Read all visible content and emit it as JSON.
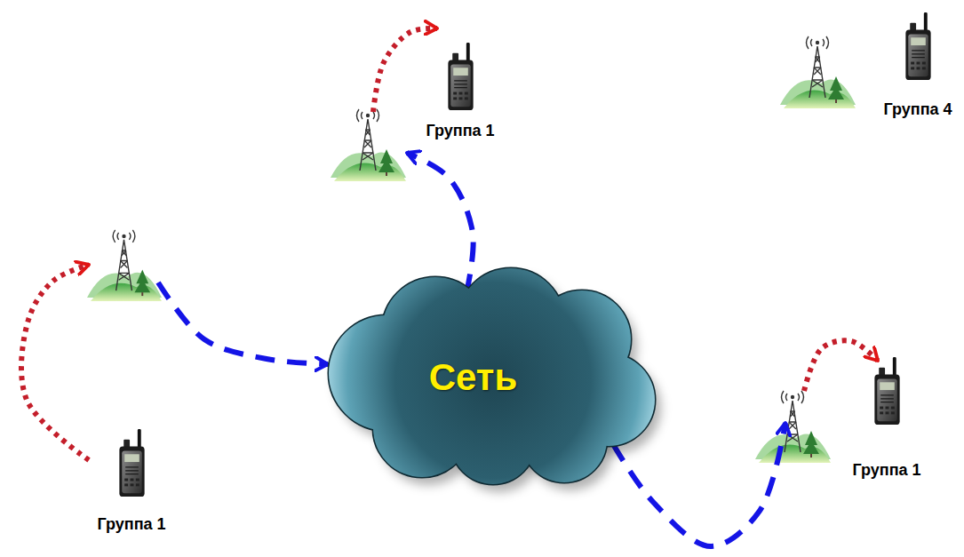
{
  "diagram": {
    "nodes": [
      {
        "text": [
          "Группа 1"
        ]
      },
      {
        "text": [
          "Группа 4"
        ]
      },
      {
        "text": [
          "Сеть"
        ]
      },
      {
        "text": [
          "Группа 1"
        ]
      },
      {
        "text": [
          "Группа 1"
        ]
      }
    ],
    "edges": [
      {
        "from": 4,
        "to": 2,
        "arrow": "to"
      },
      {
        "from": 2,
        "to": 0,
        "arrow": "to"
      },
      {
        "from": 2,
        "to": 3,
        "arrow": "to"
      }
    ]
  }
}
